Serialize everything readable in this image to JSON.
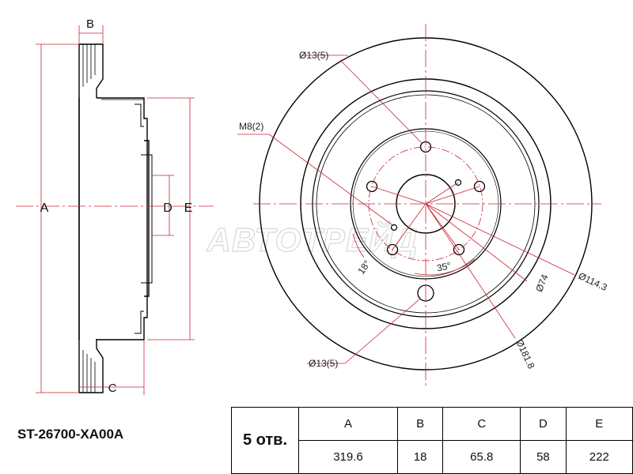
{
  "labels": {
    "A": "A",
    "B": "B",
    "C": "C",
    "D": "D",
    "E": "E",
    "hole_top": "Ø13(5)",
    "hole_bottom": "Ø13(5)",
    "thread": "M8(2)",
    "angle_18": "18°",
    "angle_35": "35°",
    "pcd": "Ø114.3",
    "hub": "Ø74",
    "hat": "Ø181.8"
  },
  "watermark": "АВТОТРЕЙД",
  "part_number": "ST-26700-XA00A",
  "table": {
    "qty_label": "5 отв.",
    "headers": [
      "A",
      "B",
      "C",
      "D",
      "E"
    ],
    "values": [
      "319.6",
      "18",
      "65.8",
      "58",
      "222"
    ]
  },
  "colors": {
    "line": "#000000",
    "dimension": "#cc2233"
  }
}
